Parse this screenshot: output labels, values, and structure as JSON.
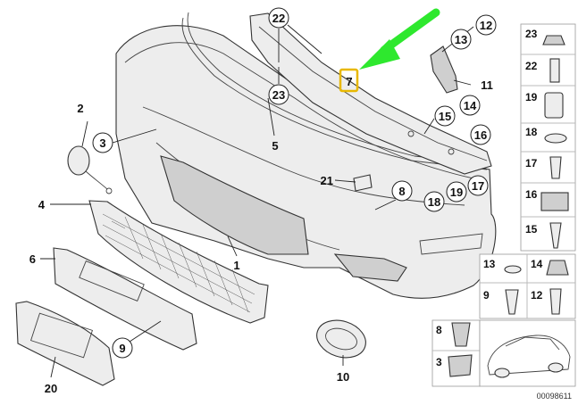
{
  "callouts": {
    "c1": "1",
    "c2": "2",
    "c3": "3",
    "c4": "4",
    "c5": "5",
    "c6": "6",
    "c7": "7",
    "c8": "8",
    "c9": "9",
    "c10": "10",
    "c11": "11",
    "c12": "12",
    "c13": "13",
    "c14": "14",
    "c15": "15",
    "c16": "16",
    "c17": "17",
    "c18": "18",
    "c19": "19",
    "c20": "20",
    "c21": "21",
    "c22": "22",
    "c23": "23"
  },
  "legend": {
    "r23": "23",
    "r22": "22",
    "r19": "19",
    "r18": "18",
    "r17": "17",
    "r16": "16",
    "r15": "15",
    "r13": "13",
    "r14": "14",
    "r9": "9",
    "r12": "12",
    "r8": "8",
    "r3": "3"
  },
  "highlight": {
    "part": "7",
    "color": "#e8b800",
    "arrow_color": "#2ee82e"
  },
  "diagram_id": "00098611"
}
